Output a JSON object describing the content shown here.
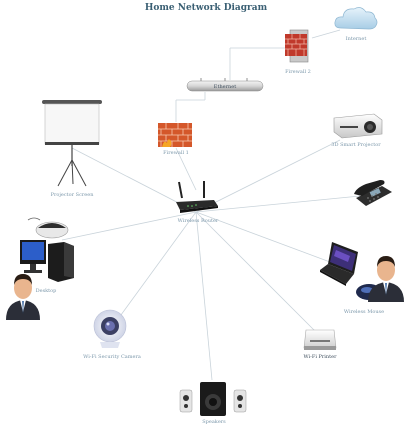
{
  "title": "Home Network Diagram",
  "nodes": {
    "internet": "Internet",
    "firewall_top": "Firewall 2",
    "ethernet": "Ethernet",
    "firewall": "Firewall 1",
    "projector_screen": "Projector Screen",
    "projector": "3D Smart Projector",
    "router": "Wireless Router",
    "desktop": "Desktop",
    "laptop_mouse": "Wireless Mouse",
    "camera": "Wi-Fi Security Camera",
    "printer": "Wi-Fi Printer",
    "speakers": "Speakers"
  },
  "colors": {
    "link": "#c9d3da",
    "label": "#7b97aa",
    "title": "#3a5f73"
  }
}
